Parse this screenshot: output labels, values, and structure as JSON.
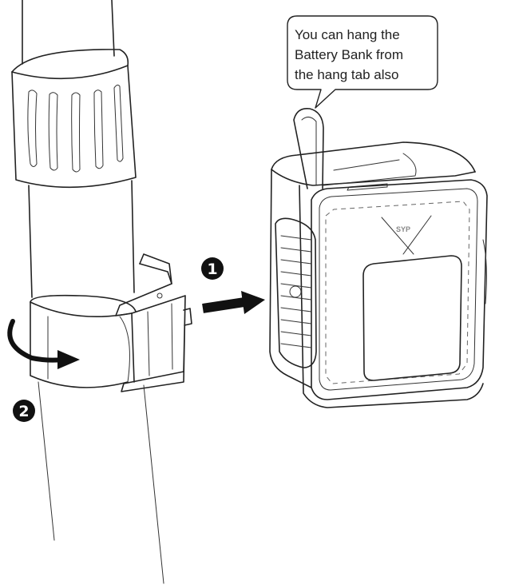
{
  "callout": {
    "lines": [
      "You can hang the",
      "Battery Bank from",
      "the hang tab also"
    ]
  },
  "steps": {
    "step_1": "1",
    "step_2": "2"
  },
  "logo_text": "SYP",
  "colors": {
    "line": "#222222",
    "badge": "#111111",
    "background": "#ffffff"
  }
}
